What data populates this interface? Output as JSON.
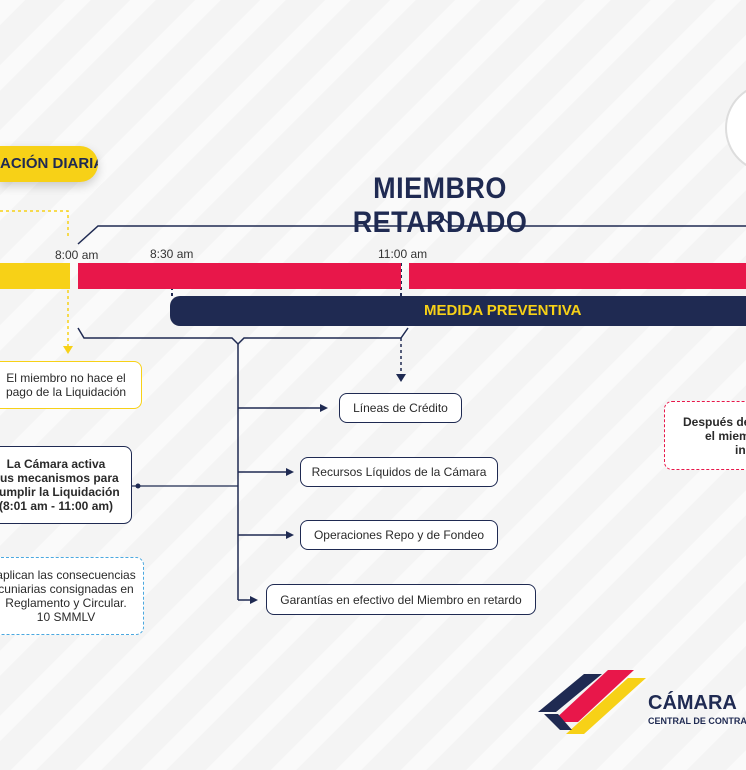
{
  "tag_label": "ACIÓN DIARIA",
  "title": "MIEMBRO RETARDADO",
  "times": {
    "t1": "8:00 am",
    "t2": "8:30 am",
    "t3": "11:00 am"
  },
  "medida": "MEDIDA PREVENTIVA",
  "left_boxes": {
    "b1": [
      "El miembro no hace el",
      "pago de la Liquidación"
    ],
    "b2": [
      "La Cámara activa",
      "sus mecanismos para",
      "cumplir la Liquidación",
      "(8:01 am - 11:00 am)"
    ],
    "b3": [
      "aplican las consecuencias",
      "cuniarias consignadas en",
      "Reglamento y Circular.",
      "10 SMMLV"
    ]
  },
  "mechanisms": [
    "Líneas de Crédito",
    "Recursos Líquidos de la Cámara",
    "Operaciones Repo y de Fondeo",
    "Garantías en efectivo del Miembro en retardo"
  ],
  "right_box": [
    "Después de",
    "el miem",
    "incur"
  ],
  "logo": {
    "name": "CÁMARA",
    "sub": "CENTRAL DE CONTRA"
  },
  "colors": {
    "navy": "#1f2a52",
    "red": "#e8174a",
    "yellow": "#f7d117",
    "blue": "#4aa8e0"
  }
}
